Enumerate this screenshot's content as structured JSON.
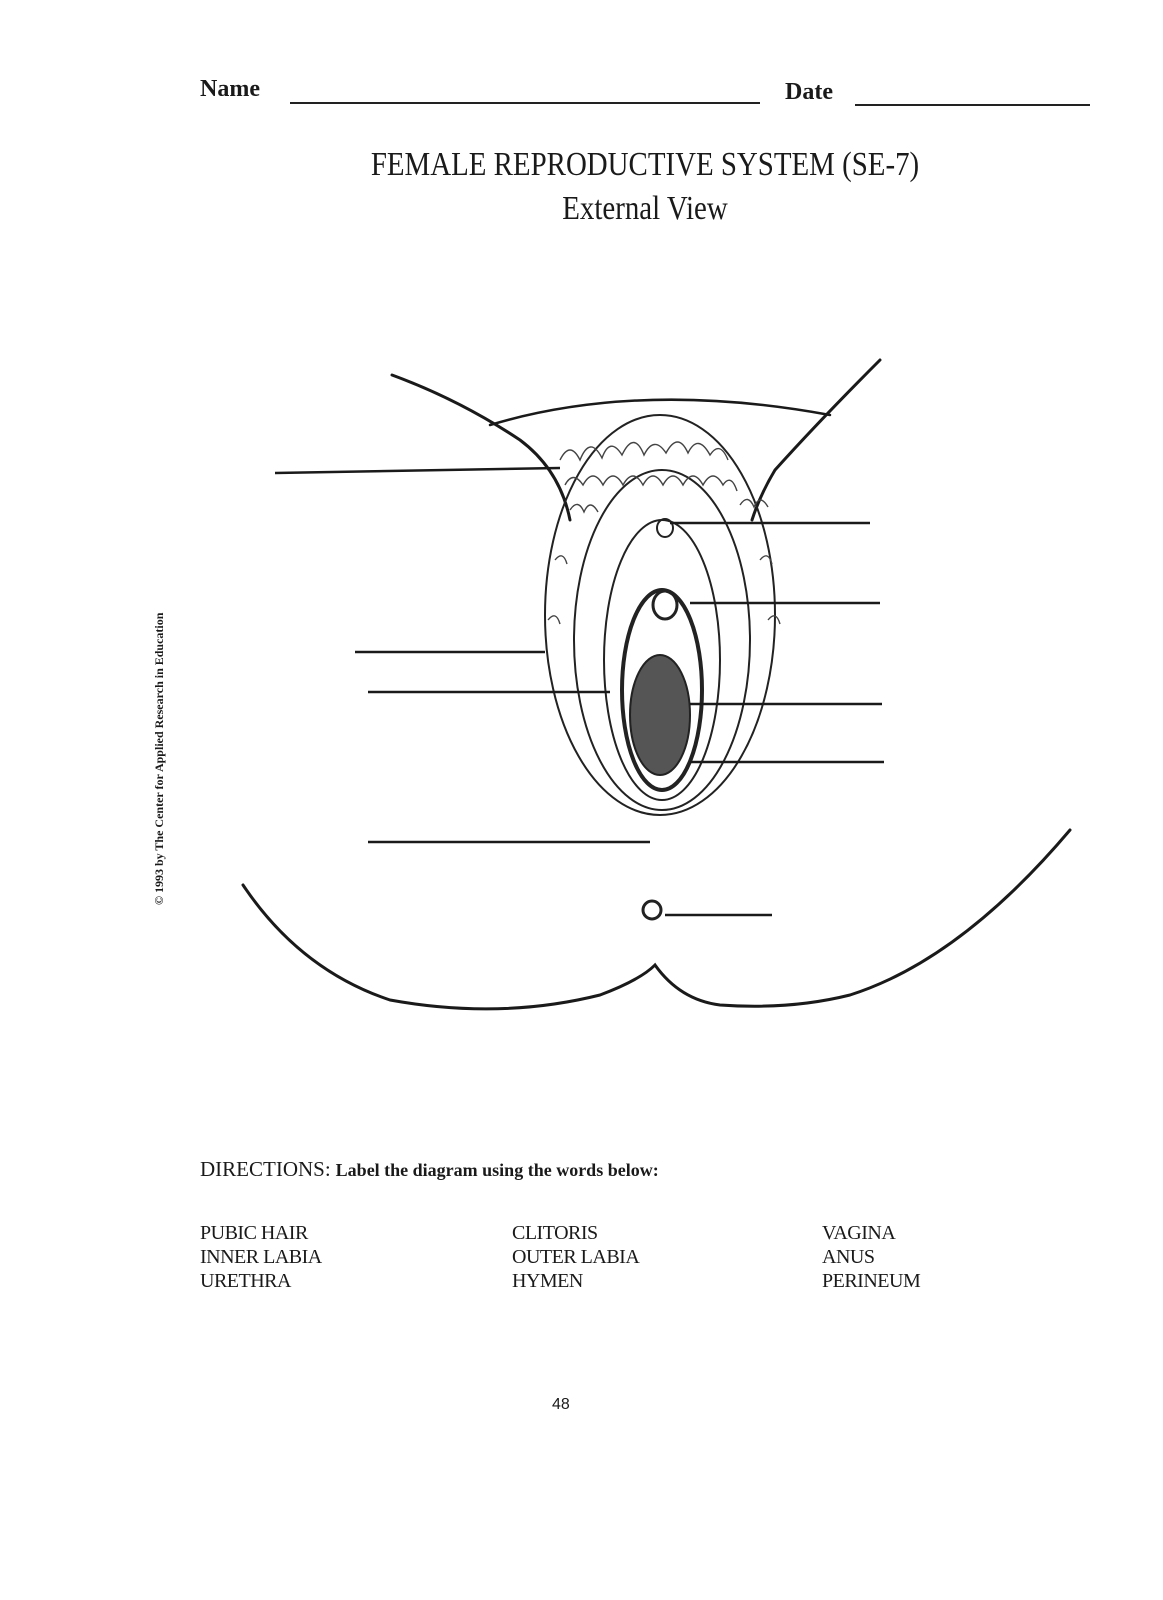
{
  "header": {
    "name_label": "Name",
    "date_label": "Date"
  },
  "title": "FEMALE REPRODUCTIVE SYSTEM (SE-7)",
  "subtitle": "External View",
  "copyright": "© 1993 by The Center for Applied Research in Education",
  "directions": {
    "label": "DIRECTIONS:",
    "text": "Label the diagram using the words below:"
  },
  "word_bank": {
    "col1": [
      "PUBIC HAIR",
      "INNER LABIA",
      "URETHRA"
    ],
    "col2": [
      "CLITORIS",
      "OUTER LABIA",
      "HYMEN"
    ],
    "col3": [
      "VAGINA",
      "ANUS",
      "PERINEUM"
    ]
  },
  "page_number": "48"
}
